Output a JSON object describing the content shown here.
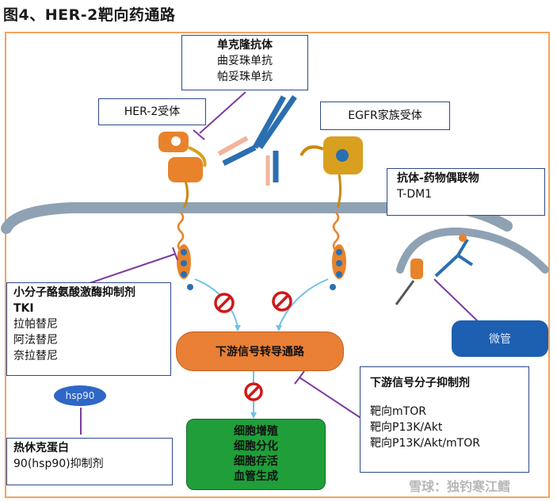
{
  "title": "图4、HER-2靶向药通路",
  "labels": {
    "mab": {
      "head": "单克隆抗体",
      "lines": [
        "曲妥珠单抗",
        "帕妥珠单抗"
      ]
    },
    "her2": "HER-2受体",
    "egfr": "EGFR家族受体",
    "adc": {
      "head": "抗体-药物偶联物",
      "line": "T-DM1"
    },
    "tki": {
      "head1": "小分子酪氨酸激酶抑制剂",
      "head2": "TKI",
      "lines": [
        "拉帕替尼",
        "阿法替尼",
        "奈拉替尼"
      ]
    },
    "pathway": "下游信号转导通路",
    "microtubule": "微管",
    "hsp90": "hsp90",
    "downstream": {
      "head": "下游信号分子抑制剂",
      "lines": [
        "靶向mTOR",
        "靶向P13K/Akt",
        "靶向P13K/Akt/mTOR"
      ]
    },
    "heatshock": {
      "head": "热休克蛋白",
      "line": "90(hsp90)抑制剂"
    },
    "outcomes": [
      "细胞增殖",
      "细胞分化",
      "细胞存活",
      "血管生成"
    ]
  },
  "watermark": "雪球：独钓寒江鳕",
  "colors": {
    "frame": "#f4a460",
    "box_border": "#2e4a8c",
    "membrane": "#8fa2b3",
    "receptor": "#e8832b",
    "egfr": "#d9a020",
    "pathway": "#e97f35",
    "outcome": "#1f9e3a",
    "microtubule": "#1d5fb0",
    "antibody": "#2a6fb0",
    "inhibitor_line": "#7b3aa0"
  }
}
